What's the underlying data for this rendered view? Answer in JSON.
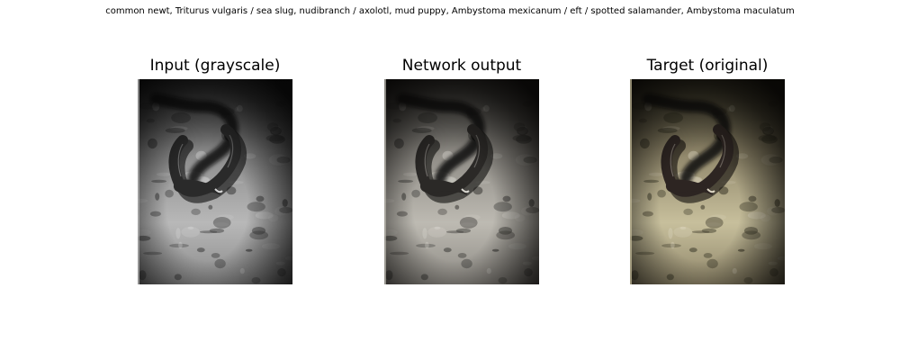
{
  "figure": {
    "suptitle": "common newt, Triturus vulgaris / sea slug, nudibranch / axolotl, mud puppy, Ambystoma mexicanum / eft / spotted salamander, Ambystoma maculatum",
    "panels": [
      {
        "title": "Input (grayscale)",
        "mode": "grayscale"
      },
      {
        "title": "Network output",
        "mode": "near-grayscale"
      },
      {
        "title": "Target (original)",
        "mode": "color"
      }
    ]
  },
  "colors": {
    "gray": {
      "ground_light": "#b8b8b8",
      "ground_mid": "#8a8a8a",
      "ground_dark": "#3a3a3a",
      "vignette": "#050505",
      "animal": "#2a2a2a",
      "animal_shadow": "#0b0b0b",
      "highlight": "#e8e8e8"
    },
    "near": {
      "ground_light": "#bdbab2",
      "ground_mid": "#8d8a84",
      "ground_dark": "#3b3a37",
      "vignette": "#070605",
      "animal": "#2b2927",
      "animal_shadow": "#0c0b0a",
      "highlight": "#ebe9e2"
    },
    "color": {
      "ground_light": "#c7bf9c",
      "ground_mid": "#8e8569",
      "ground_dark": "#3d3a2a",
      "vignette": "#070604",
      "animal": "#2d2522",
      "animal_shadow": "#0e0a09",
      "highlight": "#efe9d6"
    }
  }
}
